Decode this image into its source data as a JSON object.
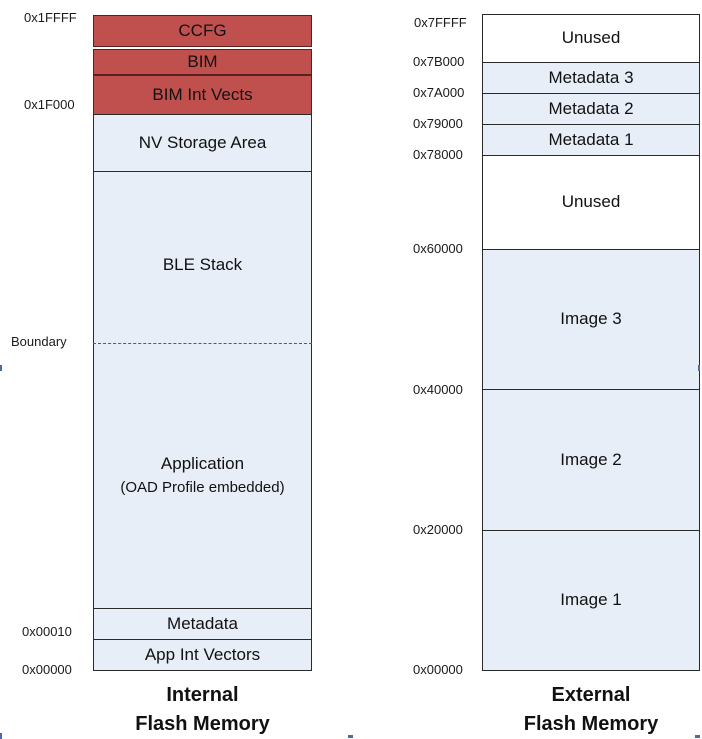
{
  "internal": {
    "title_line1": "Internal",
    "title_line2": "Flash Memory",
    "blocks": {
      "ccfg": "CCFG",
      "bim": "BIM",
      "bim_int_vects": "BIM Int Vects",
      "nv_storage": "NV Storage Area",
      "ble_stack": "BLE Stack",
      "application": "Application",
      "application_note": "(OAD Profile embedded)",
      "metadata": "Metadata",
      "app_int_vectors": "App Int Vectors"
    },
    "addresses": {
      "top": "0x1FFFF",
      "bim": "0x1F000",
      "boundary": "Boundary",
      "metadata": "0x00010",
      "bottom": "0x00000"
    },
    "colors": {
      "bim_fill": "#c0504d",
      "region_fill": "#e8eef7"
    }
  },
  "external": {
    "title_line1": "External",
    "title_line2": "Flash Memory",
    "blocks": {
      "unused_top": "Unused",
      "metadata3": "Metadata 3",
      "metadata2": "Metadata 2",
      "metadata1": "Metadata 1",
      "unused_mid": "Unused",
      "image3": "Image 3",
      "image2": "Image 2",
      "image1": "Image 1"
    },
    "addresses": {
      "a7ffff": "0x7FFFF",
      "a7b000": "0x7B000",
      "a7a000": "0x7A000",
      "a79000": "0x79000",
      "a78000": "0x78000",
      "a60000": "0x60000",
      "a40000": "0x40000",
      "a20000": "0x20000",
      "a00000": "0x00000"
    }
  }
}
